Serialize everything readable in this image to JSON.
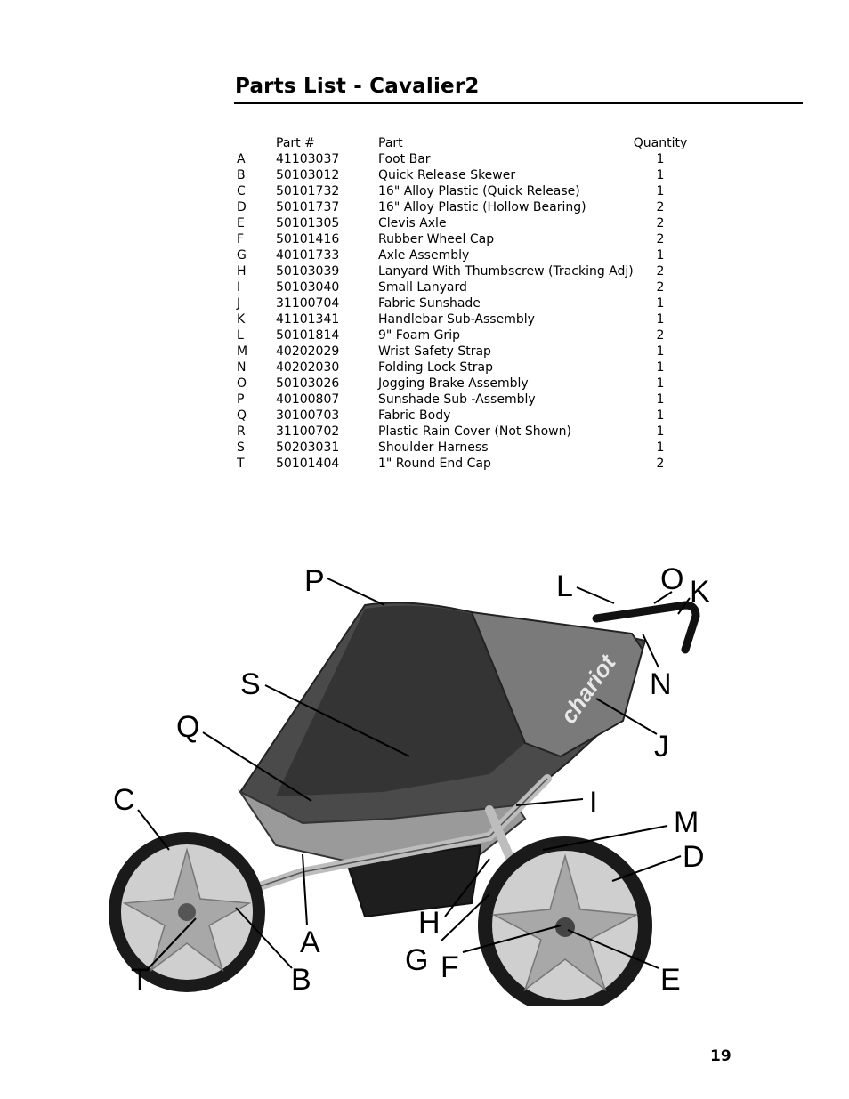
{
  "title": "Parts List - Cavalier2",
  "table": {
    "headers": {
      "part_number": "Part #",
      "part": "Part",
      "quantity": "Quantity"
    },
    "rows": [
      {
        "letter": "A",
        "part_number": "41103037",
        "part": "Foot Bar",
        "quantity": "1"
      },
      {
        "letter": "B",
        "part_number": "50103012",
        "part": "Quick Release Skewer",
        "quantity": "1"
      },
      {
        "letter": "C",
        "part_number": "50101732",
        "part": "16\" Alloy Plastic (Quick Release)",
        "quantity": "1"
      },
      {
        "letter": "D",
        "part_number": "50101737",
        "part": "16\" Alloy Plastic (Hollow Bearing)",
        "quantity": "2"
      },
      {
        "letter": "E",
        "part_number": "50101305",
        "part": "Clevis Axle",
        "quantity": "2"
      },
      {
        "letter": "F",
        "part_number": "50101416",
        "part": "Rubber Wheel Cap",
        "quantity": "2"
      },
      {
        "letter": "G",
        "part_number": "40101733",
        "part": "Axle Assembly",
        "quantity": "1"
      },
      {
        "letter": "H",
        "part_number": "50103039",
        "part": "Lanyard With Thumbscrew (Tracking Adj)",
        "quantity": "2"
      },
      {
        "letter": "I",
        "part_number": "50103040",
        "part": "Small Lanyard",
        "quantity": "2"
      },
      {
        "letter": "J",
        "part_number": "31100704",
        "part": "Fabric Sunshade",
        "quantity": "1"
      },
      {
        "letter": "K",
        "part_number": "41101341",
        "part": "Handlebar Sub-Assembly",
        "quantity": "1"
      },
      {
        "letter": "L",
        "part_number": "50101814",
        "part": "9\" Foam Grip",
        "quantity": "2"
      },
      {
        "letter": "M",
        "part_number": "40202029",
        "part": "Wrist Safety Strap",
        "quantity": "1"
      },
      {
        "letter": "N",
        "part_number": "40202030",
        "part": "Folding Lock Strap",
        "quantity": "1"
      },
      {
        "letter": "O",
        "part_number": "50103026",
        "part": "Jogging Brake Assembly",
        "quantity": "1"
      },
      {
        "letter": "P",
        "part_number": "40100807",
        "part": "Sunshade Sub -Assembly",
        "quantity": "1"
      },
      {
        "letter": "Q",
        "part_number": "30100703",
        "part": "Fabric Body",
        "quantity": "1"
      },
      {
        "letter": "R",
        "part_number": "31100702",
        "part": "Plastic Rain Cover (Not Shown)",
        "quantity": "1"
      },
      {
        "letter": "S",
        "part_number": "50203031",
        "part": "Shoulder Harness",
        "quantity": "1"
      },
      {
        "letter": "T",
        "part_number": "50101404",
        "part": "1\" Round End Cap",
        "quantity": "2"
      }
    ]
  },
  "diagram": {
    "brand_text": "chariot",
    "callouts": [
      "P",
      "L",
      "O",
      "K",
      "S",
      "N",
      "Q",
      "J",
      "C",
      "I",
      "M",
      "D",
      "H",
      "A",
      "G",
      "F",
      "E",
      "T",
      "B"
    ]
  },
  "page_number": "19"
}
